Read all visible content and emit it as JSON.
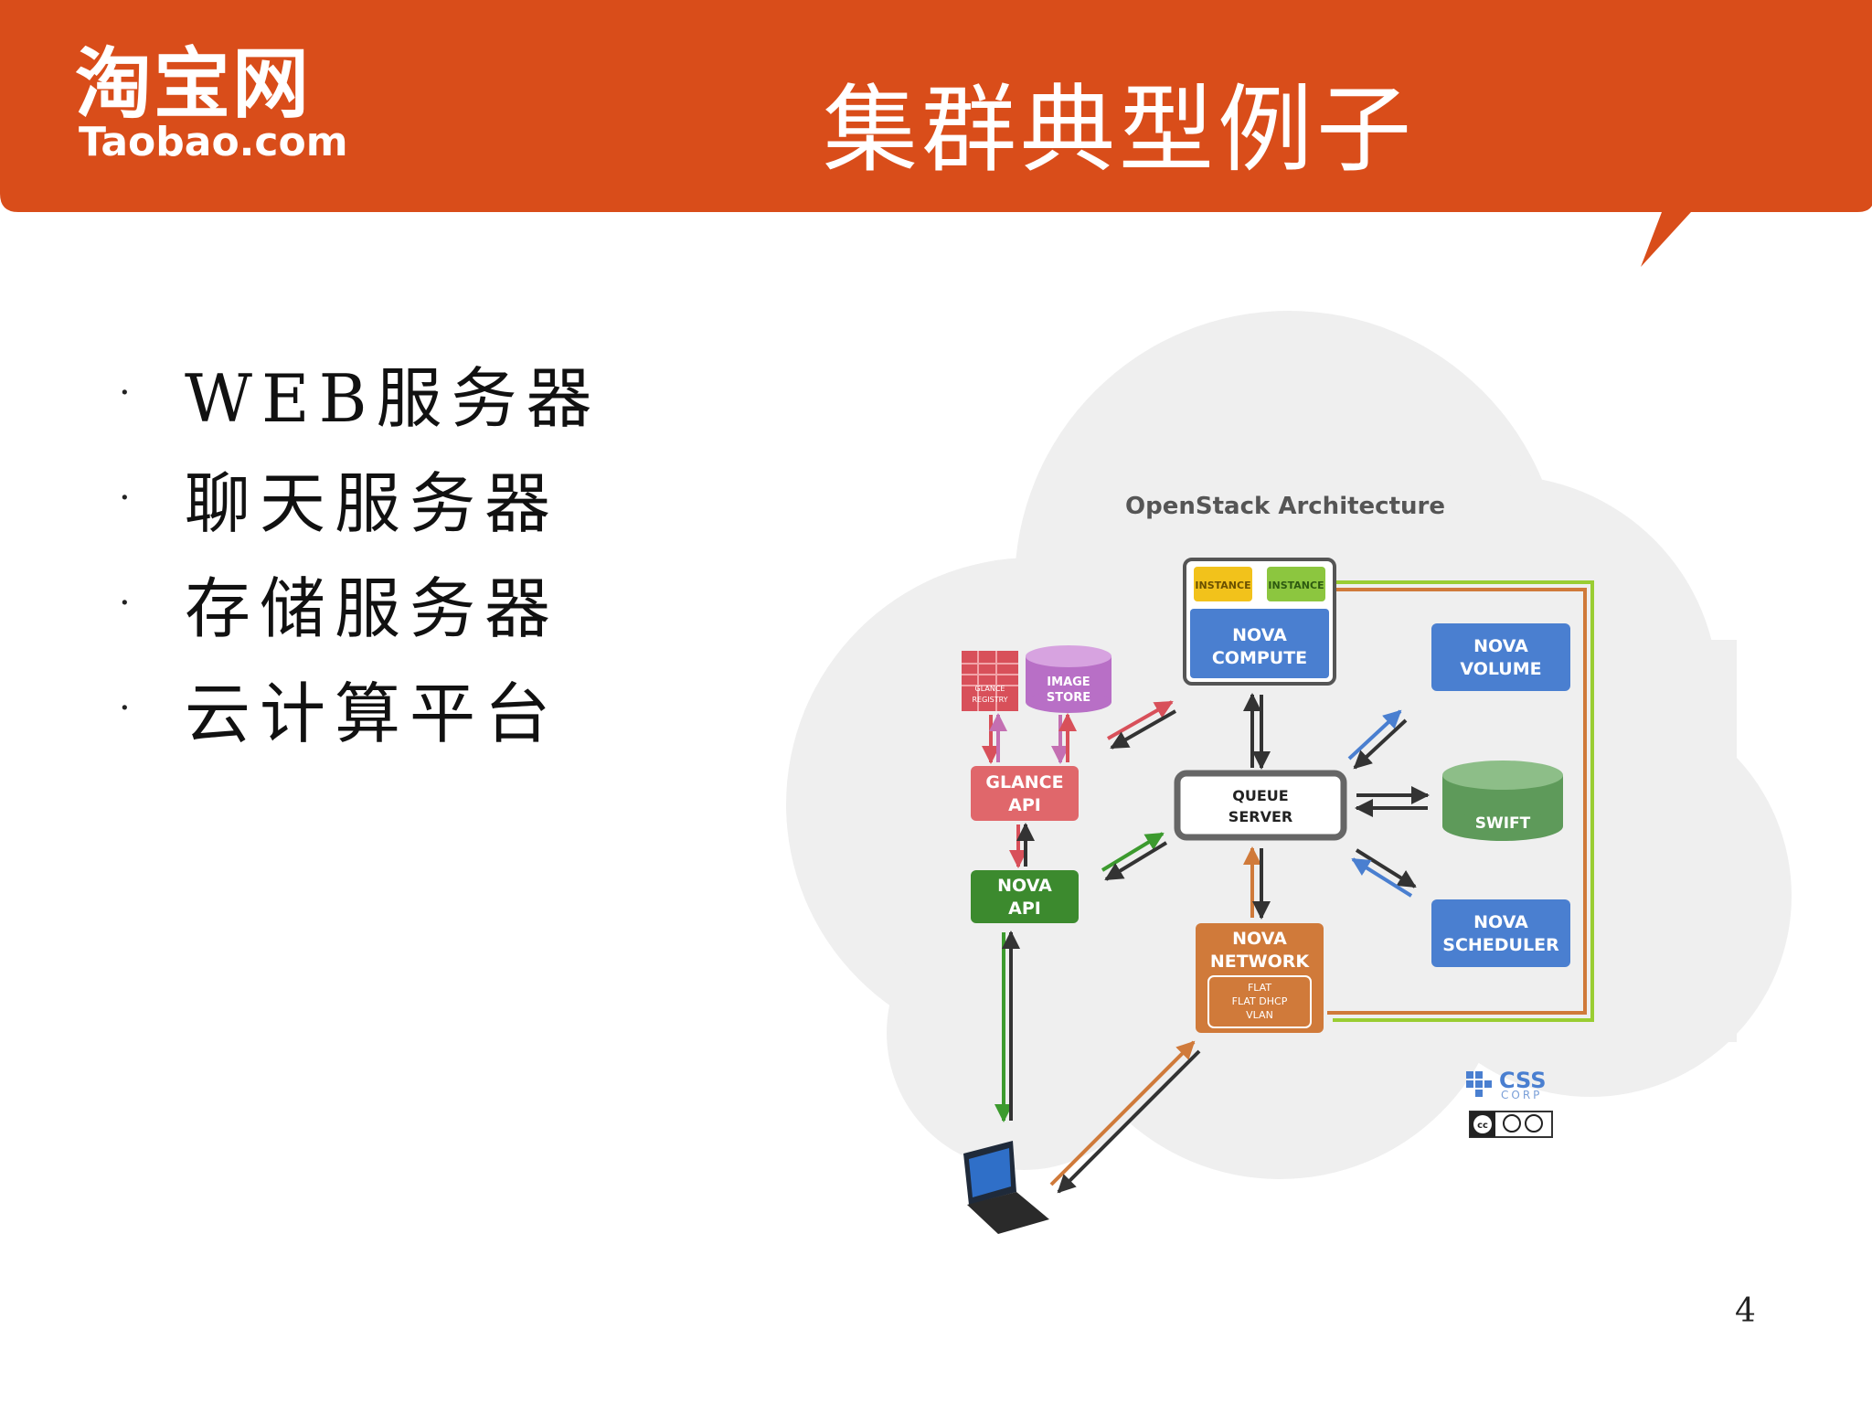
{
  "header": {
    "logo_cn": "淘宝网",
    "logo_en": "Taobao.com",
    "title": "集群典型例子",
    "color": "#D94D1A"
  },
  "bullets": [
    {
      "text": "WEB服务器"
    },
    {
      "text": "聊天服务器"
    },
    {
      "text": "存储服务器"
    },
    {
      "text": "云计算平台"
    }
  ],
  "diagram": {
    "title": "OpenStack Architecture",
    "instance_1": "INSTANCE",
    "instance_2": "INSTANCE",
    "nova_compute_1": "NOVA",
    "nova_compute_2": "COMPUTE",
    "nova_volume_1": "NOVA",
    "nova_volume_2": "VOLUME",
    "glance_registry_1": "GLANCE",
    "glance_registry_2": "REGISTRY",
    "image_store_1": "IMAGE",
    "image_store_2": "STORE",
    "glance_api_1": "GLANCE",
    "glance_api_2": "API",
    "queue_server_1": "QUEUE",
    "queue_server_2": "SERVER",
    "swift": "SWIFT",
    "nova_api_1": "NOVA",
    "nova_api_2": "API",
    "nova_scheduler_1": "NOVA",
    "nova_scheduler_2": "SCHEDULER",
    "nova_network_1": "NOVA",
    "nova_network_2": "NETWORK",
    "network_mode_1": "FLAT",
    "network_mode_2": "FLAT DHCP",
    "network_mode_3": "VLAN",
    "css_logo": "CSS",
    "css_logo_sub": "CORP",
    "cc_badge": "cc"
  },
  "page_number": "4"
}
